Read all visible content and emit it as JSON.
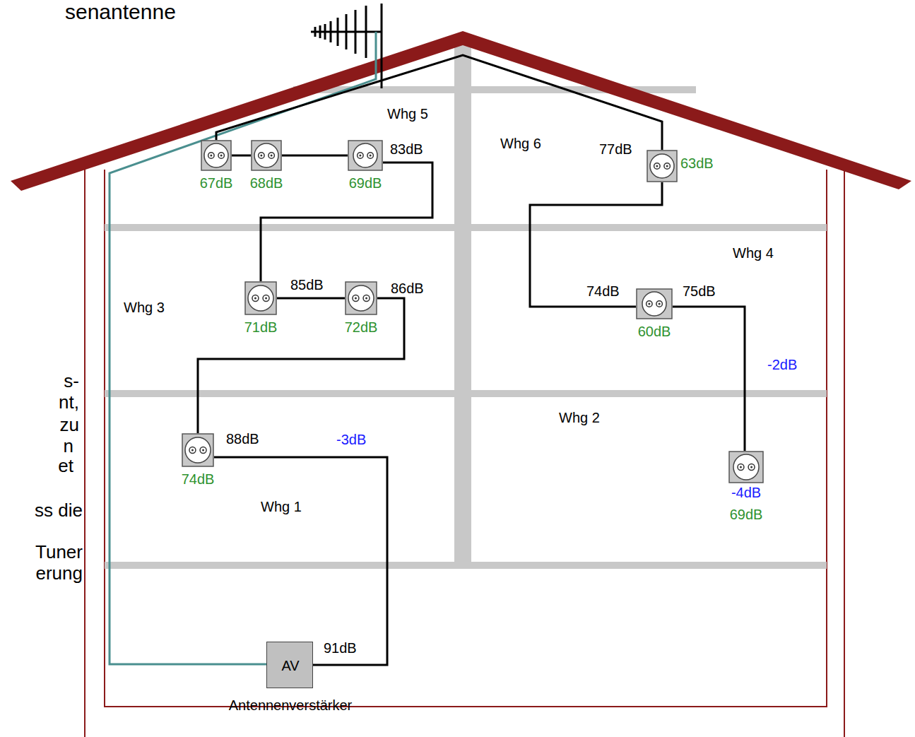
{
  "diagram": {
    "nodes": [
      {
        "text": [
          "AV",
          "Antennenverstärker"
        ]
      },
      {
        "text": [
          "74dB"
        ]
      },
      {
        "text": [
          "72dB"
        ]
      },
      {
        "text": [
          "71dB"
        ]
      },
      {
        "text": [
          "69dB"
        ]
      },
      {
        "text": [
          "68dB"
        ]
      },
      {
        "text": [
          "67dB"
        ]
      },
      {
        "text": [
          "63dB"
        ]
      },
      {
        "text": [
          "60dB"
        ]
      },
      {
        "text": [
          "-4dB",
          "69dB"
        ]
      }
    ],
    "edges": [
      {
        "from": 0,
        "to": 1,
        "arrow": "none"
      },
      {
        "from": 1,
        "to": 2,
        "arrow": "none"
      },
      {
        "from": 2,
        "to": 3,
        "arrow": "none"
      },
      {
        "from": 3,
        "to": 4,
        "arrow": "none"
      },
      {
        "from": 4,
        "to": 5,
        "arrow": "none"
      },
      {
        "from": 5,
        "to": 6,
        "arrow": "none"
      },
      {
        "from": 6,
        "to": 7,
        "arrow": "none"
      },
      {
        "from": 7,
        "to": 8,
        "arrow": "none"
      },
      {
        "from": 8,
        "to": 9,
        "arrow": "none"
      }
    ],
    "labels": [
      "senantenne",
      "Whg 5",
      "Whg 6",
      "Whg 3",
      "Whg 4",
      "Whg 2",
      "Whg 1",
      "83dB",
      "77dB",
      "85dB",
      "86dB",
      "74dB",
      "75dB",
      "-2dB",
      "88dB",
      "-3dB",
      "91dB",
      "s-",
      "nt,",
      "zu",
      "n",
      "et",
      "ss die",
      "Tuner",
      "erung"
    ]
  }
}
